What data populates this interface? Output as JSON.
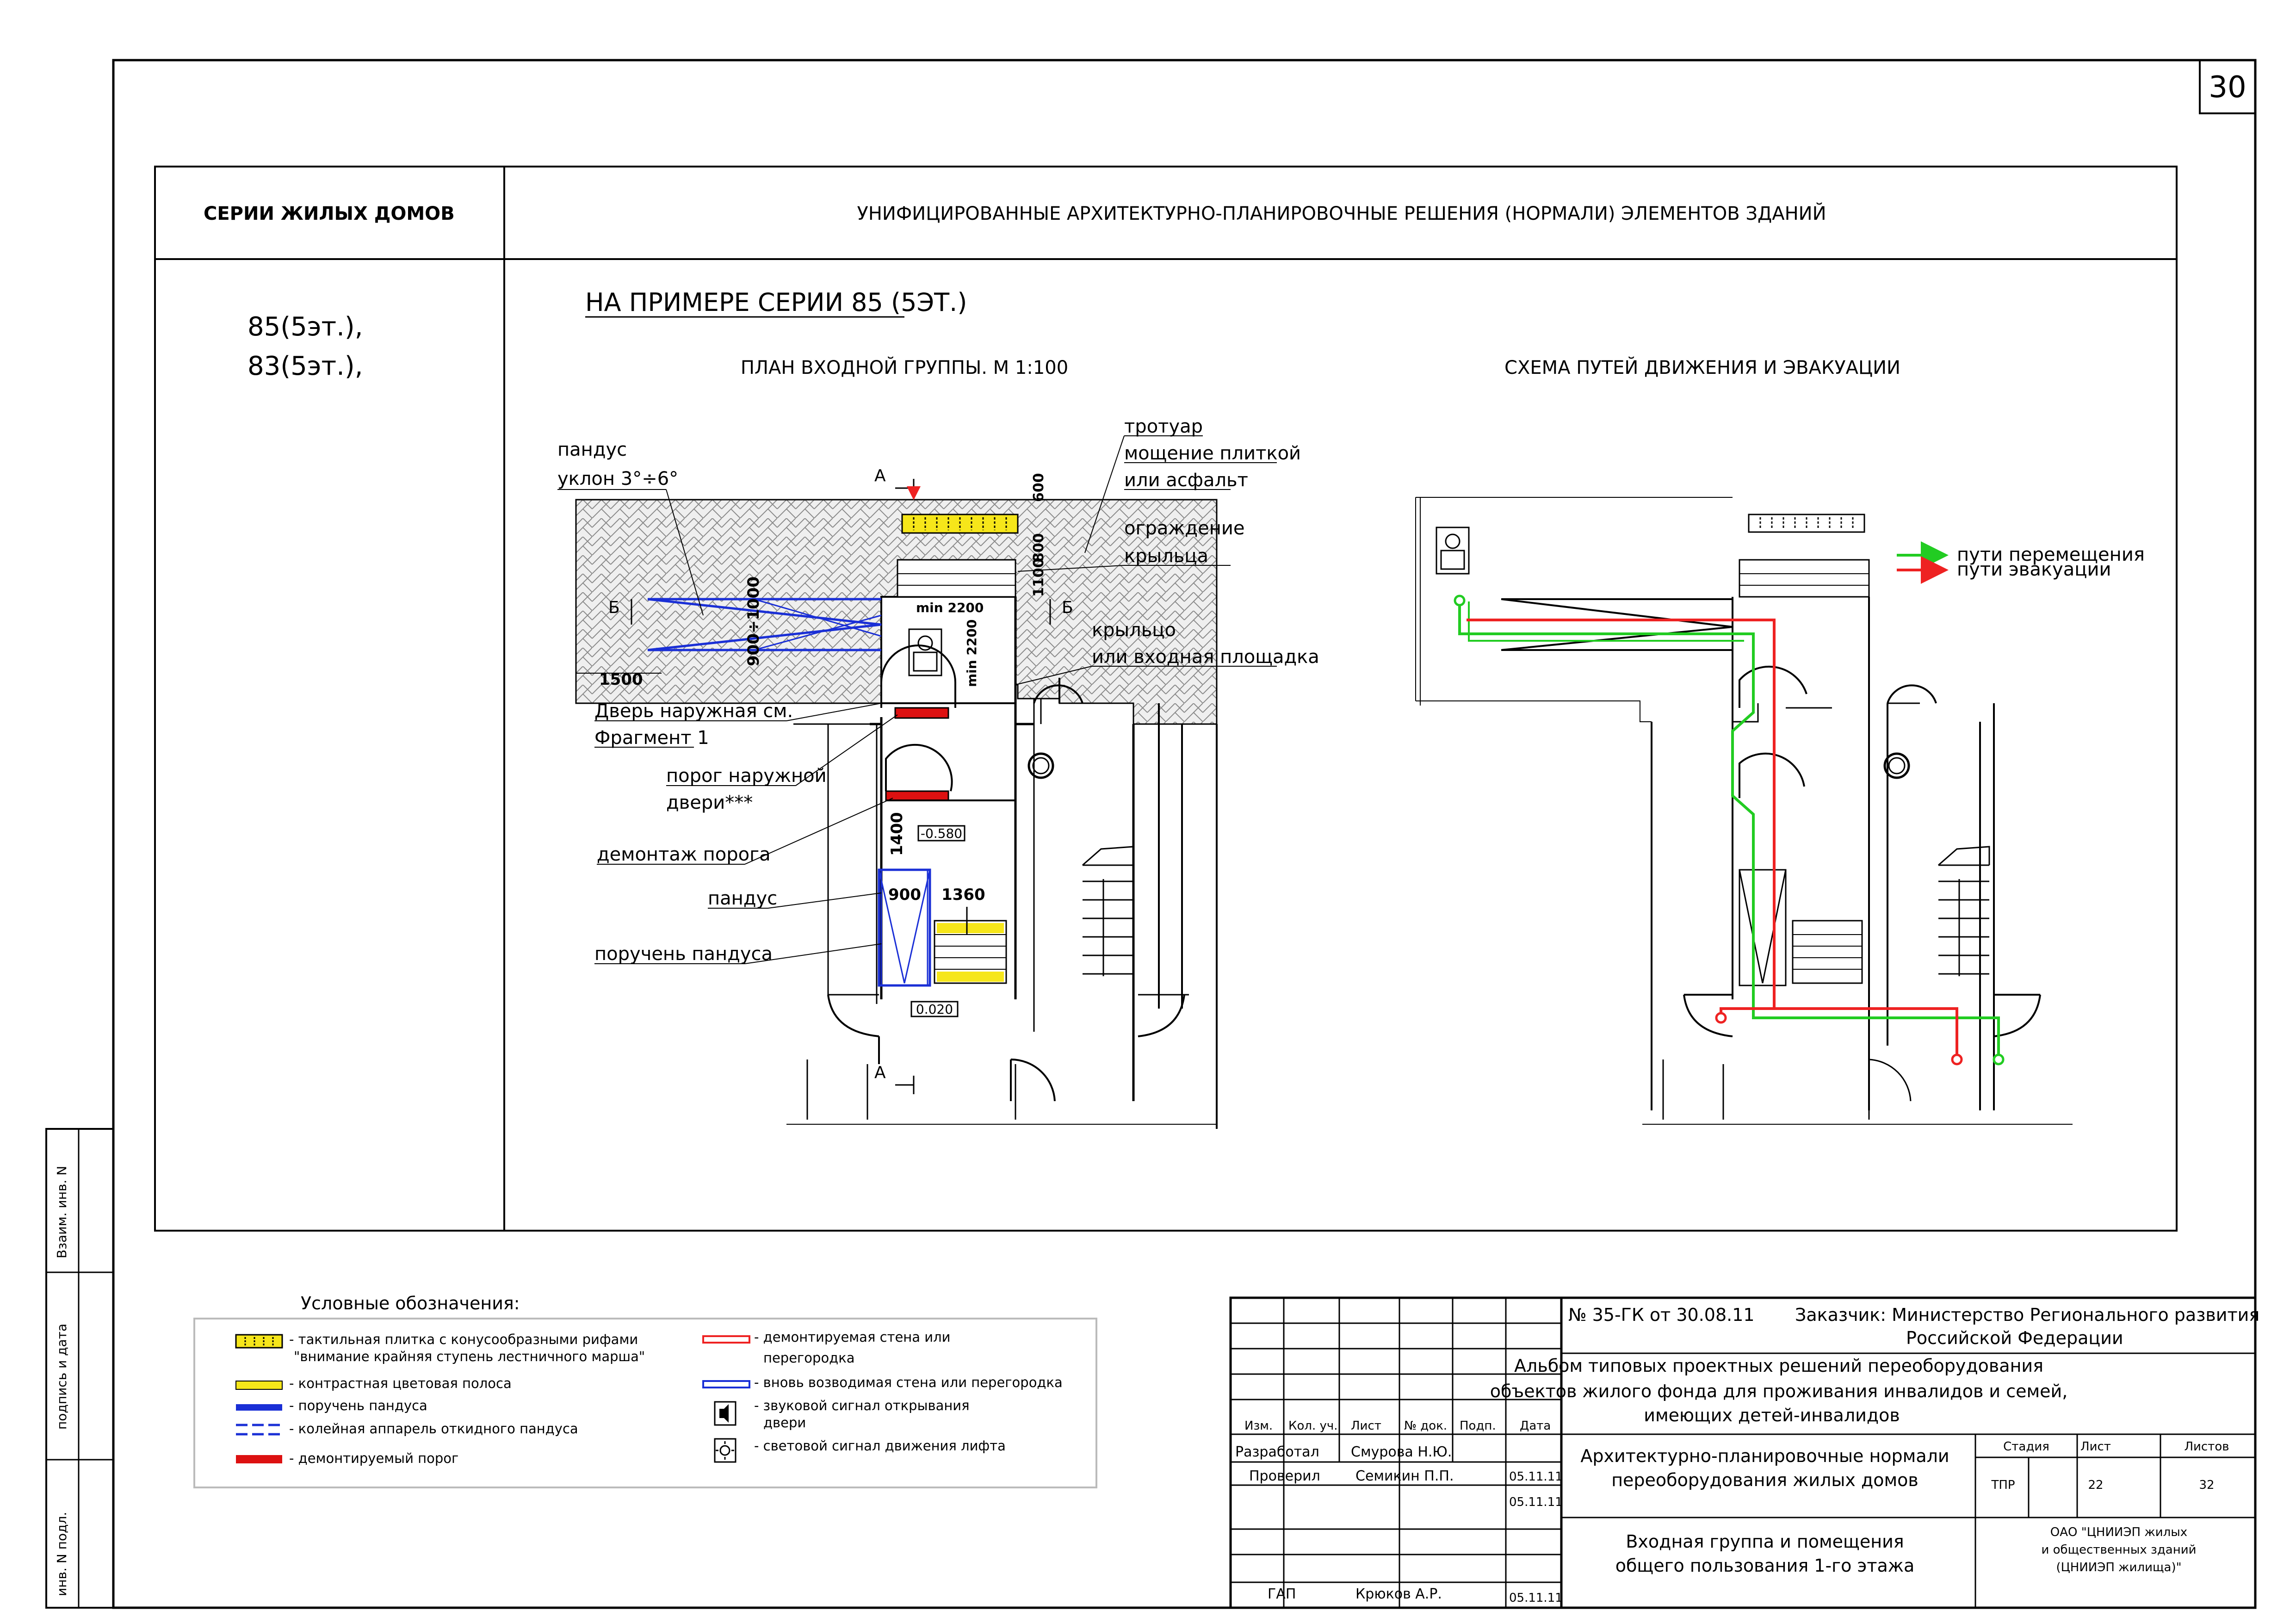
{
  "sheet": {
    "page_number": "30"
  },
  "header": {
    "left": "СЕРИИ ЖИЛЫХ ДОМОВ",
    "right": "УНИФИЦИРОВАННЫЕ АРХИТЕКТУРНО-ПЛАНИРОВОЧНЫЕ РЕШЕНИЯ (НОРМАЛИ) ЭЛЕМЕНТОВ ЗДАНИЙ"
  },
  "series": [
    "85(5эт.),",
    "83(5эт.),"
  ],
  "example_title": "НА ПРИМЕРЕ СЕРИИ 85 (5ЭТ.)",
  "plan": {
    "title": "ПЛАН ВХОДНОЙ ГРУППЫ. М 1:100",
    "labels": {
      "ramp1": "пандус",
      "ramp2": "уклон 3°÷6°",
      "sidewalk1": "тротуар",
      "sidewalk2": "мощение плиткой",
      "sidewalk3": "или асфальт",
      "fence1": "ограждение",
      "fence2": "крыльца",
      "porch1": "крыльцо",
      "porch2": "или входная площадка",
      "door1": "Дверь наружная см.",
      "door2": "Фрагмент 1",
      "threshold1": "порог наружной",
      "threshold2": "двери***",
      "dismantle": "демонтаж порога",
      "ramp_inner": "пандус",
      "handrail": "поручень пандуса"
    },
    "dims": {
      "d600": "600",
      "d800": "800",
      "d1100": "1100",
      "d900_1000": "900÷1000",
      "d1500": "1500",
      "min2200a": "min 2200",
      "min2200b": "min 2200",
      "d1400": "1400",
      "d900": "900",
      "d1360": "1360",
      "lvl1": "-0.580",
      "lvl2": "0.020",
      "secA": "А",
      "secB": "Б"
    }
  },
  "scheme": {
    "title": "СХЕМА ПУТЕЙ ДВИЖЕНИЯ И ЭВАКУАЦИИ",
    "legend_move": "пути перемещения",
    "legend_evac": "пути эвакуации",
    "colors": {
      "move": "#22cc22",
      "evac": "#ee2222"
    }
  },
  "legend": {
    "title": "Условные обозначения:",
    "items_left": [
      "- тактильная плитка с конусообразными рифами",
      "\"внимание крайняя ступень лестничного марша\"",
      "- контрастная цветовая полоса",
      "- поручень пандуса",
      "- колейная аппарель откидного пандуса",
      "- демонтируемый порог"
    ],
    "items_right": [
      "- демонтируемая стена или",
      "перегородка",
      "- вновь возводимая стена или перегородка",
      "- звуковой сигнал открывания",
      "двери",
      "- световой сигнал движения лифта"
    ]
  },
  "side_stamps": [
    "Взаим. инв. N",
    "подпись и дата",
    "инв. N подл."
  ],
  "title_block": {
    "contract": "№ 35-ГК от 30.08.11",
    "customer1": "Заказчик: Министерство Регионального развития",
    "customer2": "Российской Федерации",
    "album1": "Альбом типовых проектных решений переоборудования",
    "album2": "объектов жилого фонда для проживания инвалидов и семей,",
    "album3": "имеющих детей-инвалидов",
    "col_headers": [
      "Изм.",
      "Кол. уч.",
      "Лист",
      "№ док.",
      "Подп.",
      "Дата"
    ],
    "rows": [
      {
        "role": "Разработал",
        "name": "Смурова Н.Ю.",
        "date": "05.11.11"
      },
      {
        "role": "Проверил",
        "name": "Семикин П.П.",
        "date": "05.11.11"
      },
      {
        "role": "ГАП",
        "name": "Крюков А.Р.",
        "date": "05.11.11"
      }
    ],
    "doc_title1": "Архитектурно-планировочные нормали",
    "doc_title2": "переоборудования жилых домов",
    "sheet_title1": "Входная группа и помещения",
    "sheet_title2": "общего пользования 1-го этажа",
    "stage_h": "Стадия",
    "sheet_h": "Лист",
    "sheets_h": "Листов",
    "stage": "ТПР",
    "sheet": "22",
    "sheets": "32",
    "org1": "ОАО \"ЦНИИЭП жилых",
    "org2": "и общественных зданий",
    "org3": "(ЦНИИЭП жилища)\""
  }
}
